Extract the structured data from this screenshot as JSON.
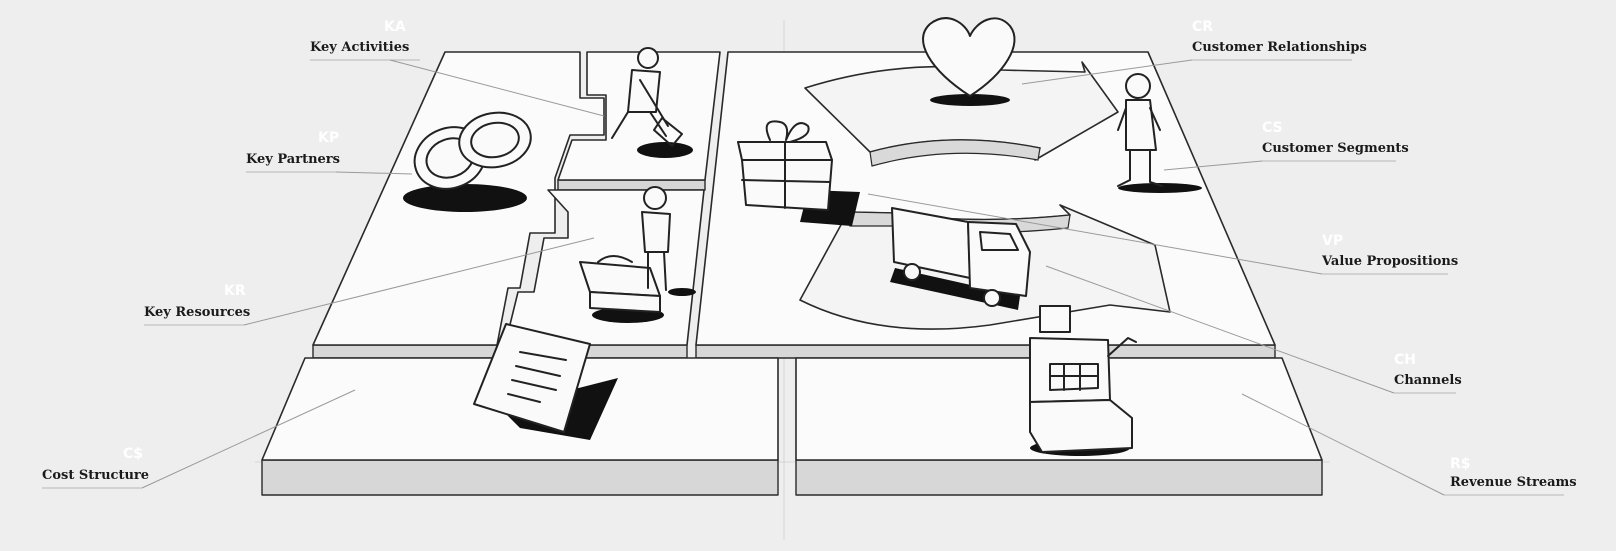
{
  "blocks": [
    {
      "id": "ka",
      "abbr": "KA",
      "label": "Key Activities"
    },
    {
      "id": "kp",
      "abbr": "KP",
      "label": "Key Partners"
    },
    {
      "id": "kr",
      "abbr": "KR",
      "label": "Key Resources"
    },
    {
      "id": "cs_cost",
      "abbr": "C$",
      "label": "Cost Structure"
    },
    {
      "id": "cr",
      "abbr": "CR",
      "label": "Customer Relationships"
    },
    {
      "id": "cs_seg",
      "abbr": "CS",
      "label": "Customer Segments"
    },
    {
      "id": "vp",
      "abbr": "VP",
      "label": "Value Propositions"
    },
    {
      "id": "ch",
      "abbr": "CH",
      "label": "Channels"
    },
    {
      "id": "rs",
      "abbr": "R$",
      "label": "Revenue Streams"
    }
  ],
  "colors": {
    "background": "#eeeeee",
    "label": "#1a1a1a",
    "abbreviation": "#ffffff"
  },
  "icons": [
    "rings-icon",
    "digging-person-icon",
    "person-with-bed-icon",
    "gift-box-icon",
    "heart-icon",
    "standing-person-icon",
    "delivery-truck-icon",
    "cash-register-icon",
    "receipt-document-icon"
  ]
}
